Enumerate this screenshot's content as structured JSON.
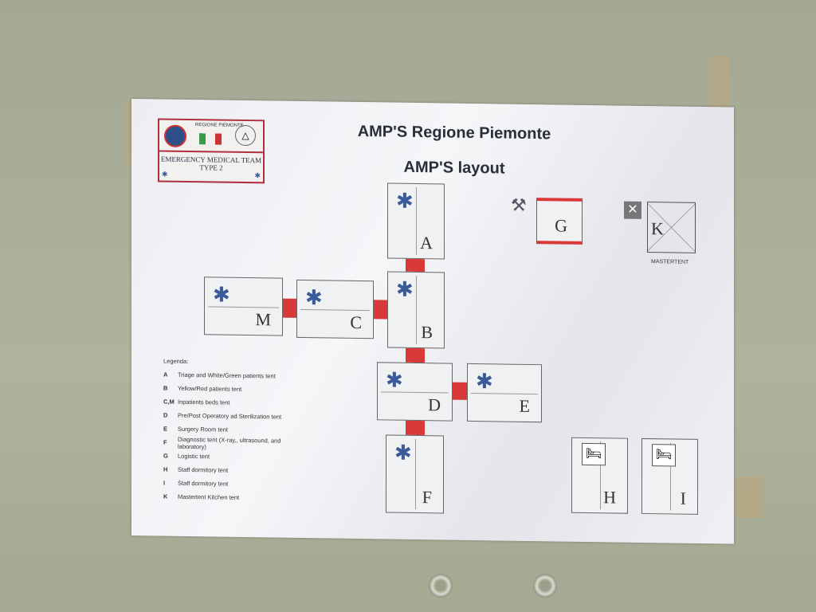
{
  "poster": {
    "title": "AMP'S Regione Piemonte",
    "subtitle": "AMP'S layout"
  },
  "logo": {
    "region": "REGIONE PIEMONTE",
    "team": "EMERGENCY MEDICAL TEAM",
    "type": "TYPE 2"
  },
  "tents": {
    "A": "A",
    "B": "B",
    "C": "C",
    "M": "M",
    "D": "D",
    "E": "E",
    "F": "F",
    "G": "G",
    "H": "H",
    "I": "I",
    "K": "K"
  },
  "mastertent_label": "MASTERTENT",
  "legend": {
    "title": "Legenda:",
    "items": [
      {
        "key": "A",
        "text": "Triage and White/Green patients tent"
      },
      {
        "key": "B",
        "text": "Yellow/Red patients tent"
      },
      {
        "key": "C,M",
        "text": "Inpatients beds tent"
      },
      {
        "key": "D",
        "text": "Pre/Post Operatory ad Sterilization tent"
      },
      {
        "key": "E",
        "text": "Surgery Room tent"
      },
      {
        "key": "F",
        "text": "Diagnostic tent (X-ray,, ultrasound, and laboratory)"
      },
      {
        "key": "G",
        "text": "Logistic tent"
      },
      {
        "key": "H",
        "text": "Staff dormitory tent"
      },
      {
        "key": "I",
        "text": "Staff dormitory tent"
      },
      {
        "key": "K",
        "text": "Mastertent Kitchen tent"
      }
    ]
  },
  "colors": {
    "connector": "#d83a3a",
    "star_of_life": "#3a5a9a",
    "logo_border": "#b03040"
  }
}
